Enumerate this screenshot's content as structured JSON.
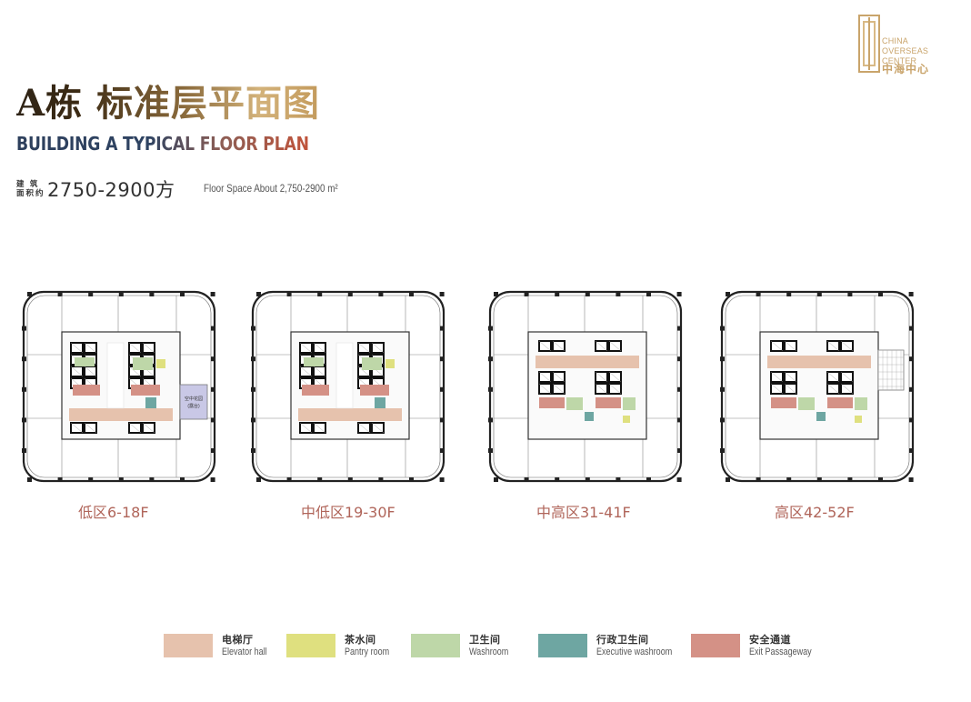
{
  "brand": {
    "name_en_line1": "CHINA",
    "name_en_line2": "OVERSEAS CENTER",
    "name_cn": "中海中心",
    "color": "#c9a46b"
  },
  "title_cn": "A栋 标准层平面图",
  "title_en": "BUILDING A TYPICAL FLOOR PLAN",
  "area": {
    "label_line1": "建 筑",
    "label_line2": "面积约",
    "value": "2750-2900方",
    "english": "Floor Space About 2,750-2900 m²"
  },
  "plans": [
    {
      "label": "低区6-18F",
      "variant": "low",
      "annotation_line1": "空中花园",
      "annotation_line2": "(露台)"
    },
    {
      "label": "中低区19-30F",
      "variant": "midlow"
    },
    {
      "label": "中高区31-41F",
      "variant": "midhigh"
    },
    {
      "label": "高区42-52F",
      "variant": "high"
    }
  ],
  "legend": [
    {
      "cn": "电梯厅",
      "en": "Elevator hall",
      "color": "#e6c2ad"
    },
    {
      "cn": "茶水间",
      "en": "Pantry room",
      "color": "#dfe07f"
    },
    {
      "cn": "卫生间",
      "en": "Washroom",
      "color": "#bed7a8"
    },
    {
      "cn": "行政卫生间",
      "en": "Executive washroom",
      "color": "#6ea6a2"
    },
    {
      "cn": "安全通道",
      "en": "Exit Passageway",
      "color": "#d49186"
    }
  ]
}
